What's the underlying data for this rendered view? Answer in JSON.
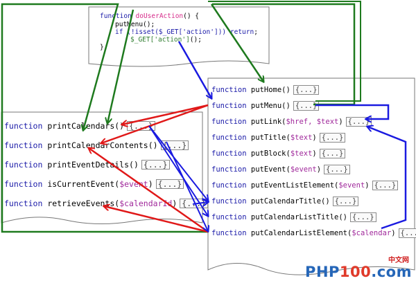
{
  "top_snippet": {
    "line1": {
      "kw": "function",
      "name": "doUserAction",
      "rest": "() {"
    },
    "line2": "putMenu();",
    "line3": {
      "pre": "if (!isset($_GET['action'])) ",
      "kw": "return",
      "post": ";"
    },
    "line4": {
      "pre": "$_GET['action']",
      "post": "();"
    },
    "line5": "}"
  },
  "left_functions": [
    {
      "kw": "function",
      "name": "printCalendars()",
      "box": "{...}"
    },
    {
      "kw": "function",
      "name": "printCalendarContents()",
      "box": "{...}"
    },
    {
      "kw": "function",
      "name": "printEventDetails()",
      "box": "{...}"
    },
    {
      "kw": "function",
      "name": "isCurrentEvent(",
      "var": "$event",
      "close": ")",
      "box": "{...}"
    },
    {
      "kw": "function",
      "name": "retrieveEvents(",
      "var": "$calendarId",
      "close": ")",
      "box": "{...}"
    }
  ],
  "right_functions": [
    {
      "kw": "function",
      "name": "putHome()",
      "box": "{...}"
    },
    {
      "kw": "function",
      "name": "putMenu()",
      "box": "{...}"
    },
    {
      "kw": "function",
      "name": "putLink(",
      "var": "$href, $text",
      "close": ")",
      "box": "{...}"
    },
    {
      "kw": "function",
      "name": "putTitle(",
      "var": "$text",
      "close": ")",
      "box": "{...}"
    },
    {
      "kw": "function",
      "name": "putBlock(",
      "var": "$text",
      "close": ")",
      "box": "{...}"
    },
    {
      "kw": "function",
      "name": "putEvent(",
      "var": "$event",
      "close": ")",
      "box": "{...}"
    },
    {
      "kw": "function",
      "name": "putEventListElement(",
      "var": "$event",
      "close": ")",
      "box": "{...}"
    },
    {
      "kw": "function",
      "name": "putCalendarTitle()",
      "box": "{...}"
    },
    {
      "kw": "function",
      "name": "putCalendarListTitle()",
      "box": "{...}"
    },
    {
      "kw": "function",
      "name": "putCalendarListElement(",
      "var": "$calendar",
      "close": ")",
      "box": "{...}"
    }
  ],
  "watermark": {
    "cn": "中文网",
    "brand_a": "PHP",
    "brand_b": "100",
    "brand_c": ".com"
  },
  "colors": {
    "green": "#1e7a1e",
    "red": "#e01818",
    "blue": "#1a1ae0",
    "keyword": "#1a1aa8",
    "variable": "#a0289b"
  }
}
